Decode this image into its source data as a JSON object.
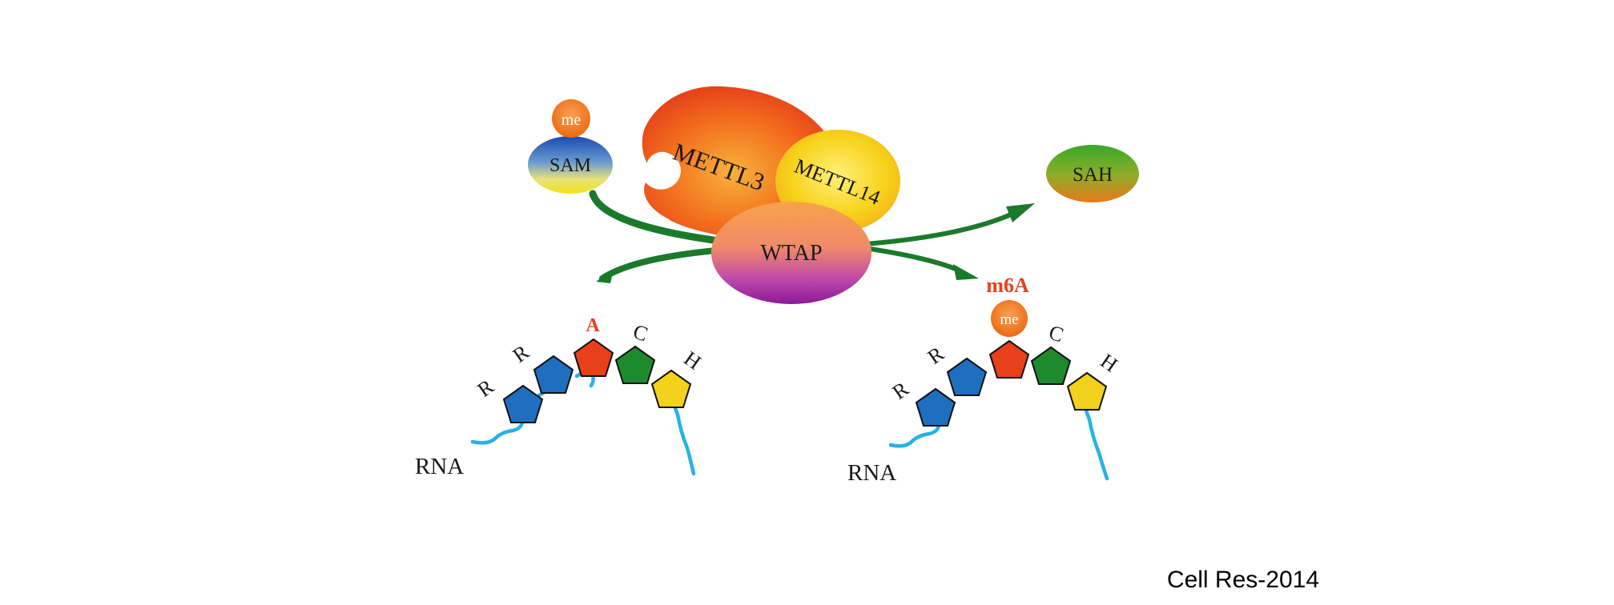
{
  "complex": {
    "mettl3": "METTL3",
    "mettl14": "METTL14",
    "wtap": "WTAP"
  },
  "sam": {
    "label": "SAM",
    "methyl": "me"
  },
  "sah": {
    "label": "SAH"
  },
  "rna_left": {
    "label": "RNA",
    "bases": [
      "R",
      "R",
      "A",
      "C",
      "H"
    ]
  },
  "rna_right": {
    "label": "RNA",
    "bases": [
      "R",
      "R",
      "me",
      "C",
      "H"
    ],
    "mod_label": "m6A"
  },
  "citation": "Cell Res-2014",
  "colors": {
    "purine_blue": "#1f6fc0",
    "adenine_red": "#e8401a",
    "cytosine_green": "#1e8a2e",
    "h_yellow": "#f2d21a",
    "arrow_green": "#1a7a2a",
    "rna_backbone": "#27b2e6",
    "label_red": "#e8401a"
  }
}
